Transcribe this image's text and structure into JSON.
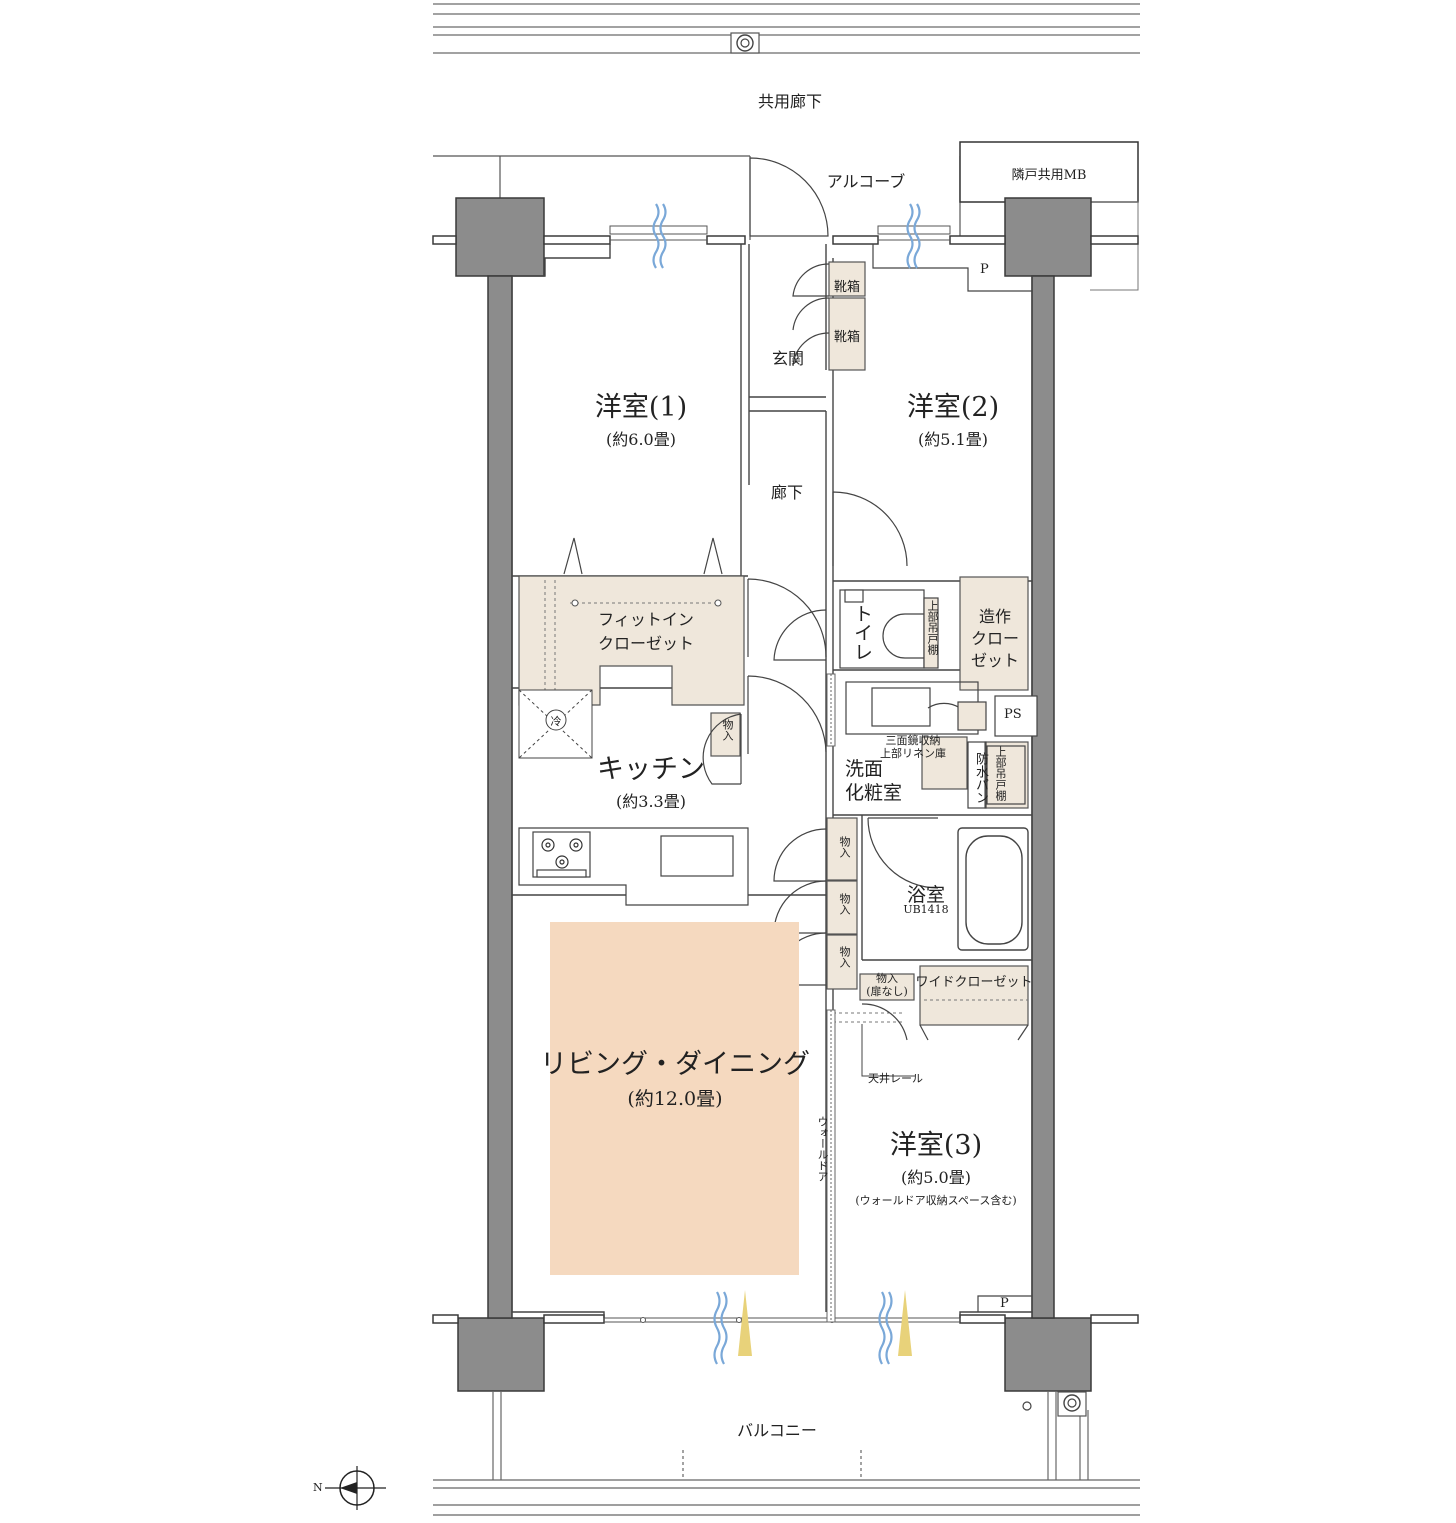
{
  "labels": {
    "corridor_common": "共用廊下",
    "alcove": "アルコーブ",
    "mb": "隣戸共用MB",
    "entrance": "玄関",
    "shoe_1": "靴箱",
    "shoe_2": "靴箱",
    "hallway": "廊下",
    "room1_name": "洋室(1)",
    "room1_size": "(約6.0畳)",
    "room2_name": "洋室(2)",
    "room2_size": "(約5.1畳)",
    "room3_name": "洋室(3)",
    "room3_size": "(約5.0畳)",
    "room3_note": "(ウォールドア収納スペース含む)",
    "fit_closet": "フィットイン\nクローゼット",
    "toilet": "トイレ",
    "toilet_shelf": "上部吊戸棚",
    "built_closet": "造作\nクロー\nゼット",
    "ps": "PS",
    "p_top": "P",
    "p_bottom": "P",
    "mirror": "三面鏡収納\n上部リネン庫",
    "washroom": "洗面\n化粧室",
    "waterproof": "防水パン",
    "wash_shelf": "上部吊戸棚",
    "kitchen_name": "キッチン",
    "kitchen_size": "(約3.3畳)",
    "fridge": "冷",
    "storage_k": "物入",
    "storage_1": "物入",
    "storage_2": "物入",
    "storage_3": "物入",
    "storage_nodoor": "物入\n(扉なし)",
    "bath": "浴室",
    "bath_code": "UB1418",
    "wide_closet": "ワイドクローゼット",
    "ceiling_rail": "天井レール",
    "wall_door": "ウォールドア",
    "living_name": "リビング・ダイニング",
    "living_size": "(約12.0畳)",
    "balcony": "バルコニー",
    "north": "N"
  },
  "colors": {
    "living_highlight": "#f5d9bf",
    "storage_fill": "#efe7db",
    "column_fill": "#8c8c8c",
    "wall_stroke": "#4a4a4a",
    "airflow_blue": "#7aa8d8",
    "light_yellow": "#e8d27a"
  }
}
